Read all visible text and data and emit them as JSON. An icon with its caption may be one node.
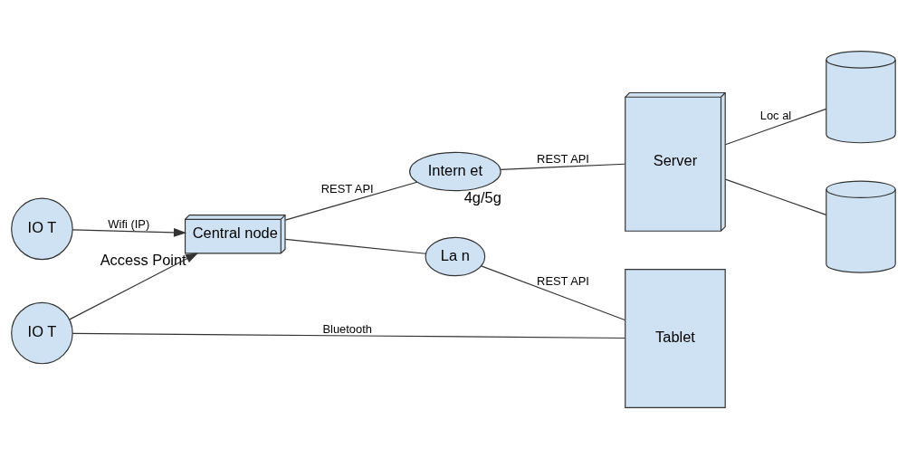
{
  "diagram": {
    "nodes": [
      {
        "text": [
          "IO T"
        ]
      },
      {
        "text": [
          "IO T"
        ]
      },
      {
        "text": [
          "Central node"
        ],
        "beside": [
          "Access Point"
        ]
      },
      {
        "text": [
          "La n"
        ]
      },
      {
        "text": [
          "Intern et"
        ],
        "beside": [
          "4g/5g"
        ]
      },
      {
        "text": [
          "Server"
        ]
      },
      {
        "text": [
          "Tablet"
        ]
      },
      {
        "text": [],
        "shape": "cylinder"
      },
      {
        "text": [],
        "shape": "cylinder"
      }
    ],
    "edges": [
      {
        "from": 0,
        "to": 2,
        "arrow": "to",
        "label": "Wifi (IP)"
      },
      {
        "from": 1,
        "to": 2,
        "arrow": "to"
      },
      {
        "from": 1,
        "to": 6,
        "arrow": "none",
        "label": "Bluetooth"
      },
      {
        "from": 2,
        "to": 4,
        "arrow": "none",
        "label": "REST API"
      },
      {
        "from": 2,
        "to": 3,
        "arrow": "none"
      },
      {
        "from": 4,
        "to": 5,
        "arrow": "none",
        "label": "REST API"
      },
      {
        "from": 3,
        "to": 6,
        "arrow": "none",
        "label": "REST API"
      },
      {
        "from": 5,
        "to": 7,
        "arrow": "none",
        "label": "Loc al"
      },
      {
        "from": 5,
        "to": 8,
        "arrow": "none"
      }
    ]
  }
}
